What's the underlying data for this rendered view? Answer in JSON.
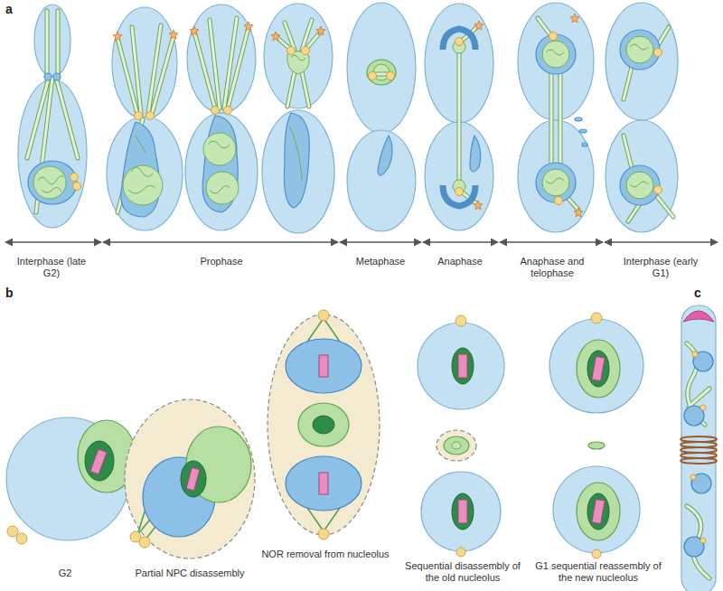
{
  "diagram": {
    "labels": [
      "a",
      "Interphase (late G2)",
      "Prophase",
      "Metaphase",
      "Anaphase",
      "Anaphase and telophase",
      "Interphase (early G1)",
      "b",
      "G2",
      "Partial NPC disassembly",
      "NOR removal from nucleolus",
      "Sequential disassembly of the old nucleolus",
      "G1 sequential reassembly of the new nucleolus",
      "c"
    ]
  }
}
